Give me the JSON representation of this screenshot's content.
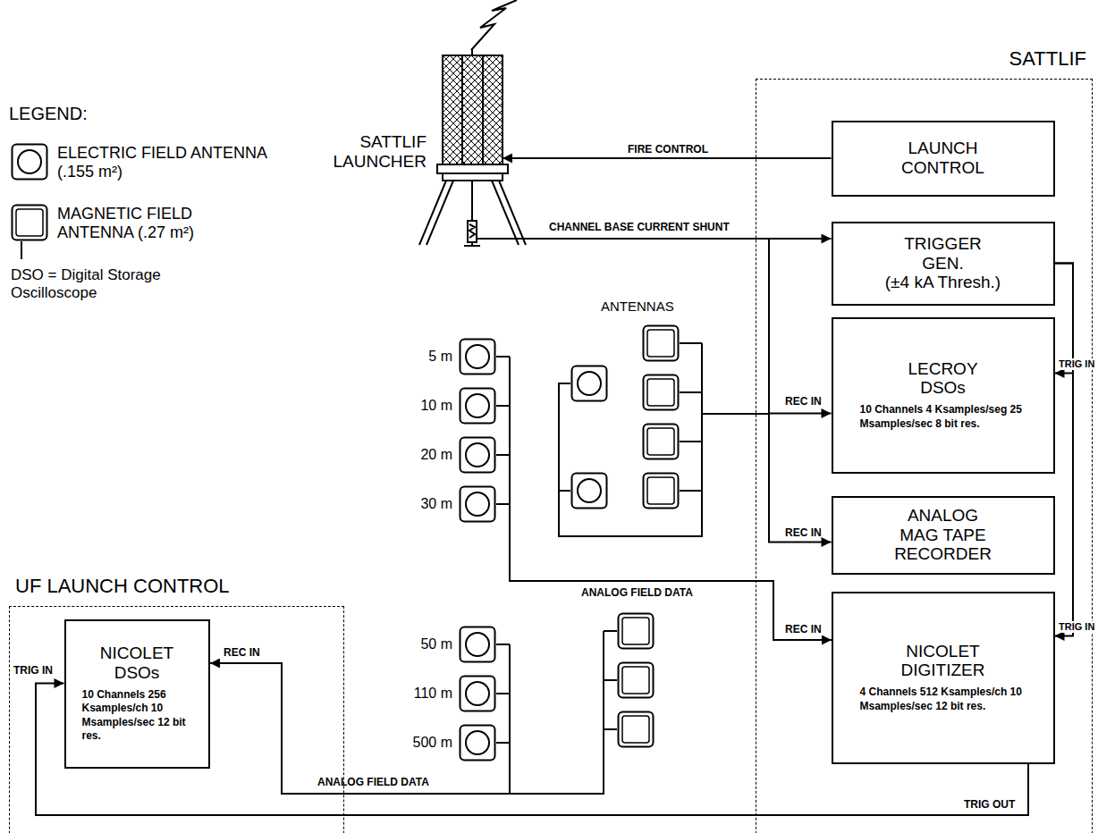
{
  "diagram": {
    "nodes": [
      {
        "text": [
          "SATTLIF"
        ]
      },
      {
        "text": [
          "LAUNCH CONTROL"
        ],
        "in": 0
      },
      {
        "text": [
          "TRIGGER GEN.",
          "(±4 kA Thresh.)"
        ],
        "in": 0
      },
      {
        "text": [
          "LECROY DSOs",
          "10 Channels 4 Ksamples/seg 25 Msamples/sec 8 bit res."
        ],
        "in": 0
      },
      {
        "text": [
          "ANALOG MAG TAPE RECORDER"
        ],
        "in": 0
      },
      {
        "text": [
          "NICOLET DIGITIZER",
          "4 Channels 512 Ksamples/ch 10 Msamples/sec 12 bit res."
        ],
        "in": 0
      },
      {
        "text": [
          "UF LAUNCH CONTROL"
        ]
      },
      {
        "text": [
          "NICOLET DSOs",
          "10 Channels 256 Ksamples/ch 10 Msamples/sec 12 bit res."
        ],
        "in": 6
      },
      {
        "text": [
          "SATTLIF LAUNCHER"
        ]
      }
    ],
    "edges": [
      {
        "from": 1,
        "to": 8,
        "arrow": "to",
        "label": "FIRE CONTROL"
      },
      {
        "from": 8,
        "to": 2,
        "arrow": "to",
        "label": "CHANNEL BASE CURRENT SHUNT"
      },
      {
        "from": 8,
        "to": 3,
        "arrow": "to"
      },
      {
        "from": 8,
        "to": 4,
        "arrow": "to"
      },
      {
        "from": 2,
        "to": 3,
        "arrow": "to"
      },
      {
        "from": 2,
        "to": 5,
        "arrow": "to"
      },
      {
        "from": 5,
        "to": 7,
        "arrow": "to"
      }
    ],
    "labels": [
      "LEGEND:",
      "DSO = Digital Storage Oscilloscope",
      "ANTENNAS",
      "5 m",
      "10 m",
      "20 m",
      "30 m",
      "50 m",
      "110 m",
      "500 m",
      "ANALOG FIELD DATA",
      "ANALOG FIELD DATA",
      "REC IN",
      "REC IN",
      "REC IN",
      "REC IN",
      "TRIG IN",
      "TRIG IN",
      "TRIG IN",
      "TRIG OUT"
    ],
    "legend": [
      {
        "text": "ELECTRIC FIELD ANTENNA (.155 m²)"
      },
      {
        "text": "MAGNETIC FIELD ANTENNA (.27 m²)"
      }
    ]
  }
}
